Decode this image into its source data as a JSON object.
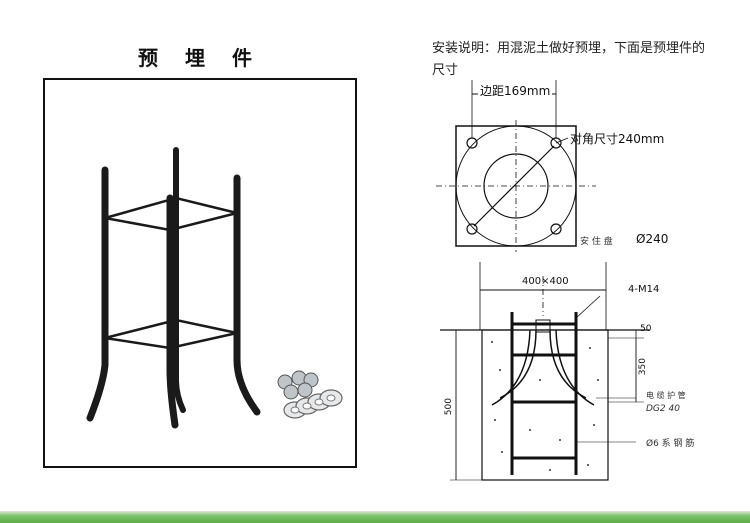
{
  "left_panel": {
    "title": "预 埋 件"
  },
  "right_panel": {
    "install_note": "安装说明：用混泥土做好预埋，下面是预埋件的尺寸",
    "plate_diagram": {
      "edge_distance_label": "边距169mm",
      "diagonal_label": "对角尺寸240mm"
    },
    "section_diagram": {
      "diameter_label": "Ø240",
      "diameter_prefix": "安 住 盘",
      "bolt_spacing_label": "400×400",
      "bolt_label": "4-M14",
      "dim_50": "50",
      "dim_350": "350",
      "dim_500": "500",
      "conduit_label_1": "电 缆 护 管",
      "conduit_label_2": "DG2 40",
      "rebar_label": "Ø6 系 钢 筋"
    }
  },
  "colors": {
    "accent_bar": "#5aae47",
    "line": "#111111"
  }
}
